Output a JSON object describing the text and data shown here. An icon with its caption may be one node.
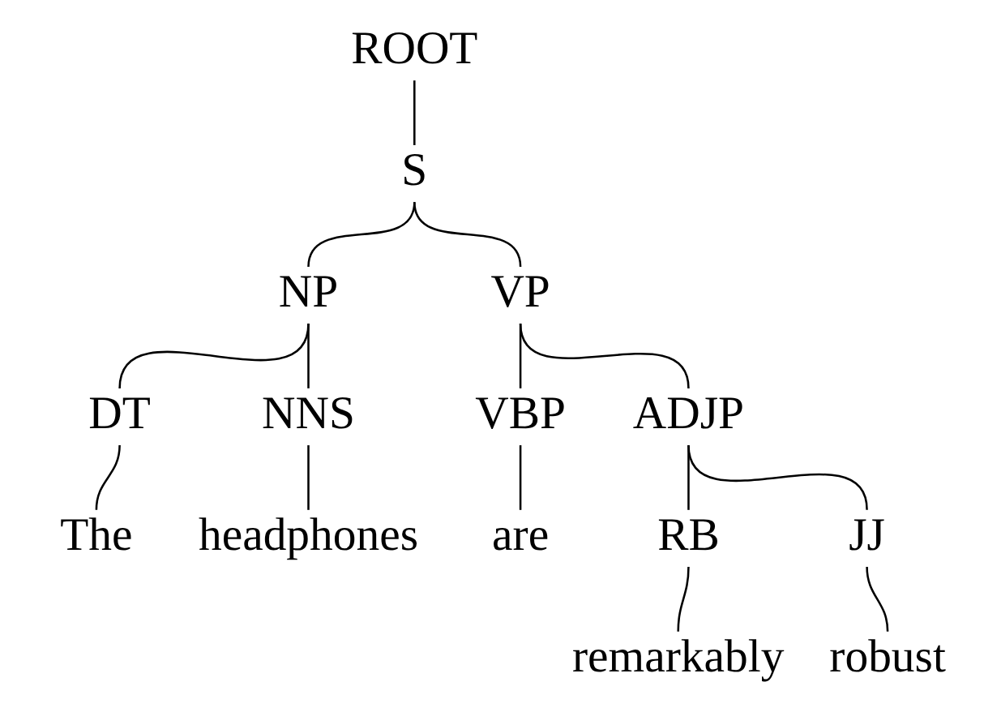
{
  "diagram": {
    "nodes": [
      {
        "text": [
          "ROOT"
        ]
      },
      {
        "text": [
          "S"
        ]
      },
      {
        "text": [
          "NP"
        ]
      },
      {
        "text": [
          "VP"
        ]
      },
      {
        "text": [
          "DT"
        ]
      },
      {
        "text": [
          "NNS"
        ]
      },
      {
        "text": [
          "VBP"
        ]
      },
      {
        "text": [
          "ADJP"
        ]
      },
      {
        "text": [
          "The"
        ]
      },
      {
        "text": [
          "headphones"
        ]
      },
      {
        "text": [
          "are"
        ]
      },
      {
        "text": [
          "RB"
        ]
      },
      {
        "text": [
          "JJ"
        ]
      },
      {
        "text": [
          "remarkably"
        ]
      },
      {
        "text": [
          "robust"
        ]
      }
    ],
    "edges": [
      {
        "from": 0,
        "to": 1,
        "arrow": "none"
      },
      {
        "from": 1,
        "to": 2,
        "arrow": "none"
      },
      {
        "from": 1,
        "to": 3,
        "arrow": "none"
      },
      {
        "from": 2,
        "to": 4,
        "arrow": "none"
      },
      {
        "from": 2,
        "to": 5,
        "arrow": "none"
      },
      {
        "from": 3,
        "to": 6,
        "arrow": "none"
      },
      {
        "from": 3,
        "to": 7,
        "arrow": "none"
      },
      {
        "from": 4,
        "to": 8,
        "arrow": "none"
      },
      {
        "from": 5,
        "to": 9,
        "arrow": "none"
      },
      {
        "from": 6,
        "to": 10,
        "arrow": "none"
      },
      {
        "from": 7,
        "to": 11,
        "arrow": "none"
      },
      {
        "from": 7,
        "to": 12,
        "arrow": "none"
      },
      {
        "from": 11,
        "to": 13,
        "arrow": "none"
      },
      {
        "from": 12,
        "to": 14,
        "arrow": "none"
      }
    ]
  }
}
